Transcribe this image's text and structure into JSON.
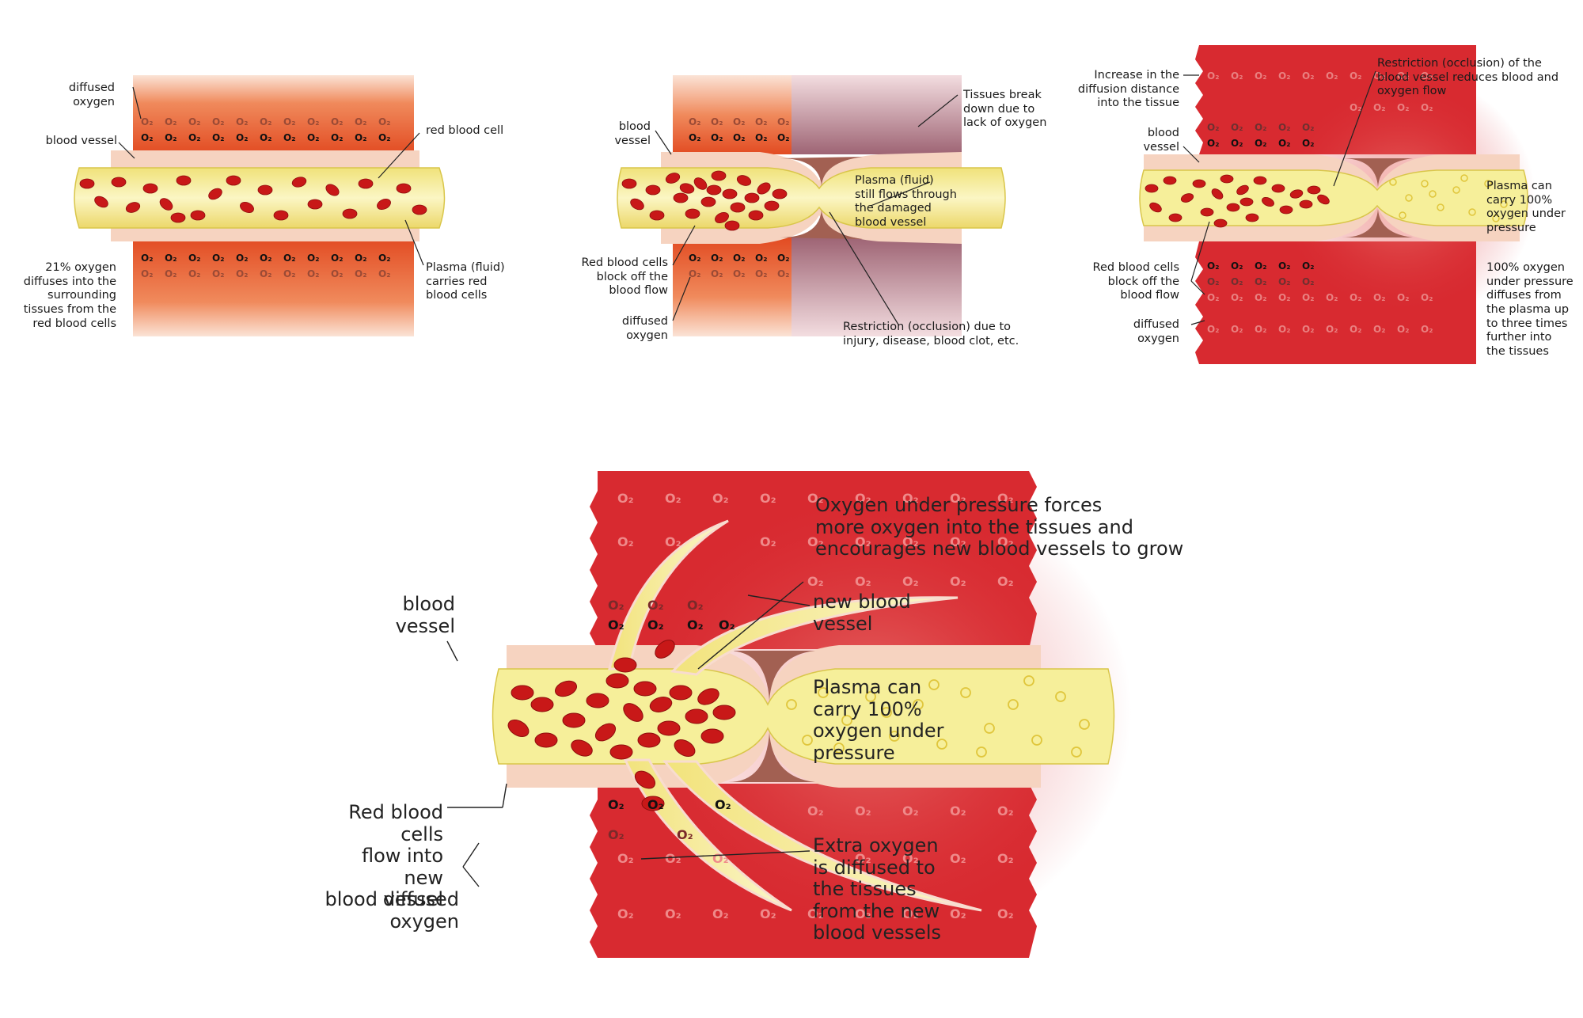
{
  "colors": {
    "tissue_light": "#f6c9b6",
    "tissue_orange": "#e85a2a",
    "tissue_red": "#d61f2a",
    "plasma": "#f6f0a0",
    "plasma_edge": "#e8d85a",
    "rbc": "#c21818",
    "vessel_wall": "#f3c0a6",
    "damaged": "#9b5a6a"
  },
  "o2_label": "O₂",
  "panel1": {
    "diffused_oxygen": "diffused\noxygen",
    "blood_vessel": "blood vessel",
    "red_blood_cell": "red blood cell",
    "diffusion_21": "21% oxygen\ndiffuses into the\nsurrounding\ntissues from the\nred blood cells",
    "plasma_carries": "Plasma (fluid)\ncarries red\nblood cells"
  },
  "panel2": {
    "blood_vessel": "blood\nvessel",
    "tissues_break": "Tissues break\ndown due to\nlack of oxygen",
    "plasma_flows": "Plasma (fluid)\nstill flows through\nthe damaged\nblood vessel",
    "rbc_block": "Red blood cells\nblock off the\nblood flow",
    "diffused_oxygen": "diffused\noxygen",
    "restriction": "Restriction (occlusion) due to\ninjury, disease, blood clot, etc."
  },
  "panel3": {
    "increase_distance": "Increase in the\ndiffusion distance\ninto the tissue",
    "restriction": "Restriction (occlusion) of the\nblood vessel reduces blood and\noxygen flow",
    "blood_vessel": "blood\nvessel",
    "plasma_100": "Plasma can\ncarry 100%\noxygen under\npressure",
    "rbc_block": "Red blood cells\nblock off the\nblood flow",
    "diffused_oxygen": "diffused\noxygen",
    "pressure_diffuses": "100% oxygen\nunder pressure\ndiffuses from\nthe plasma up\nto three times\nfurther into\nthe tissues"
  },
  "panel4": {
    "oxygen_forces": "Oxygen under pressure forces\nmore oxygen into the tissues and\nencourages new blood vessels to grow",
    "blood_vessel": "blood\nvessel",
    "new_vessel": "new blood\nvessel",
    "plasma_100": "Plasma can\ncarry 100%\noxygen under\npressure",
    "rbc_flow": "Red blood cells\nflow into new\nblood vessel",
    "extra_oxygen": "Extra oxygen\nis diffused to\nthe tissues\nfrom the new\nblood vessels",
    "diffused_oxygen": "diffused\noxygen"
  }
}
